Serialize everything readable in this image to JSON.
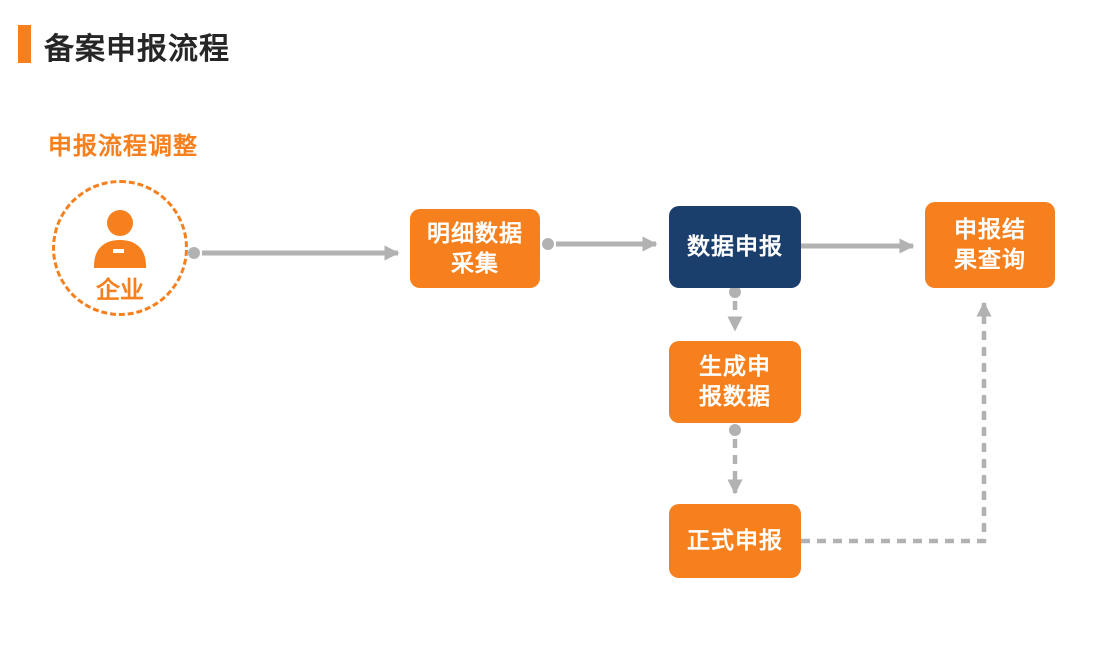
{
  "page": {
    "title": "备案申报流程",
    "subtitle": "申报流程调整"
  },
  "actor": {
    "label": "企业"
  },
  "nodes": {
    "collect": {
      "label": "明细数据\n采集"
    },
    "declare": {
      "label": "数据申报"
    },
    "result": {
      "label": "申报结\n果查询"
    },
    "generate": {
      "label": "生成申\n报数据"
    },
    "formal": {
      "label": "正式申报"
    }
  },
  "edges": [
    {
      "from": "enterprise",
      "to": "collect",
      "style": "solid"
    },
    {
      "from": "collect",
      "to": "declare",
      "style": "solid"
    },
    {
      "from": "declare",
      "to": "result",
      "style": "solid"
    },
    {
      "from": "declare",
      "to": "generate",
      "style": "dashed"
    },
    {
      "from": "generate",
      "to": "formal",
      "style": "dashed"
    },
    {
      "from": "formal",
      "to": "result",
      "style": "dashed"
    }
  ],
  "colors": {
    "accent_orange": "#F7801E",
    "navy": "#1B3F6D",
    "arrow_gray": "#B2B2B2"
  }
}
